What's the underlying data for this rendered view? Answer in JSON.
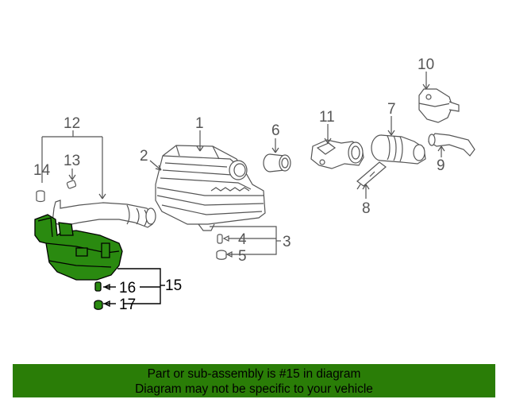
{
  "callouts": {
    "c1": "1",
    "c2": "2",
    "c3": "3",
    "c4": "4",
    "c5": "5",
    "c6": "6",
    "c7": "7",
    "c8": "8",
    "c9": "9",
    "c10": "10",
    "c11": "11",
    "c12": "12",
    "c13": "13",
    "c14": "14",
    "c15": "15",
    "c16": "16",
    "c17": "17"
  },
  "banner": {
    "line1": "Part or sub-assembly is #15 in diagram",
    "line2": "Diagram may not be specific to your vehicle"
  },
  "colors": {
    "highlight": "#2a8a10",
    "banner": "#2a7d07",
    "line_art": "#555555"
  }
}
